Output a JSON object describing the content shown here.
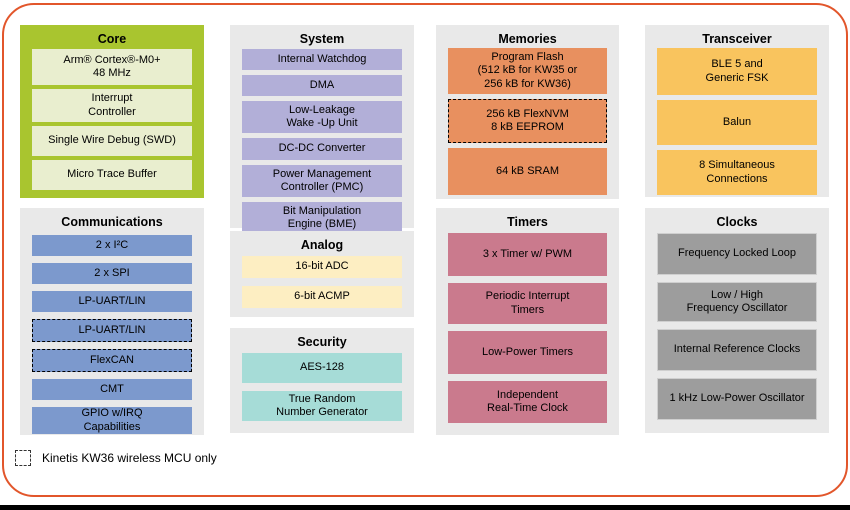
{
  "colors": {
    "page_border": "#e2562b",
    "core_bg": "#a9c52f",
    "core_item": "#e9eecf",
    "communications_item": "#7c99cd",
    "system_item": "#b2afd8",
    "analog_item": "#fdeec2",
    "security_item": "#a6dcd7",
    "memories_item": "#e8905f",
    "timers_item": "#ca7a8d",
    "transceiver_item": "#f9c45e",
    "clocks_item": "#9d9d9d",
    "section_bg": "#e9e9e9"
  },
  "sections": {
    "core": {
      "title": "Core",
      "items": [
        "Arm® Cortex®-M0+\n48 MHz",
        "Interrupt\nController",
        "Single Wire Debug (SWD)",
        "Micro Trace Buffer"
      ]
    },
    "communications": {
      "title": "Communications",
      "items": [
        "2 x I²C",
        "2 x SPI",
        "LP-UART/LIN",
        "LP-UART/LIN",
        "FlexCAN",
        "CMT",
        "GPIO w/IRQ\nCapabilities"
      ]
    },
    "system": {
      "title": "System",
      "items": [
        "Internal Watchdog",
        "DMA",
        "Low-Leakage\nWake -Up Unit",
        "DC-DC Converter",
        "Power Management\nController (PMC)",
        "Bit Manipulation\nEngine (BME)"
      ]
    },
    "analog": {
      "title": "Analog",
      "items": [
        "16-bit ADC",
        "6-bit ACMP"
      ]
    },
    "security": {
      "title": "Security",
      "items": [
        "AES-128",
        "True Random\nNumber Generator"
      ]
    },
    "memories": {
      "title": "Memories",
      "items": [
        "Program Flash\n(512 kB for KW35 or\n256 kB for KW36)",
        "256 kB FlexNVM\n8 kB EEPROM",
        "64 kB SRAM"
      ]
    },
    "timers": {
      "title": "Timers",
      "items": [
        "3 x Timer w/ PWM",
        "Periodic Interrupt\nTimers",
        "Low-Power Timers",
        "Independent\nReal-Time Clock"
      ]
    },
    "transceiver": {
      "title": "Transceiver",
      "items": [
        "BLE 5 and\nGeneric FSK",
        "Balun",
        "8 Simultaneous\nConnections"
      ]
    },
    "clocks": {
      "title": "Clocks",
      "items": [
        "Frequency Locked Loop",
        "Low / High\nFrequency Oscillator",
        "Internal Reference Clocks",
        "1 kHz Low-Power Oscillator"
      ]
    }
  },
  "legend": {
    "label": "Kinetis KW36 wireless MCU only"
  }
}
